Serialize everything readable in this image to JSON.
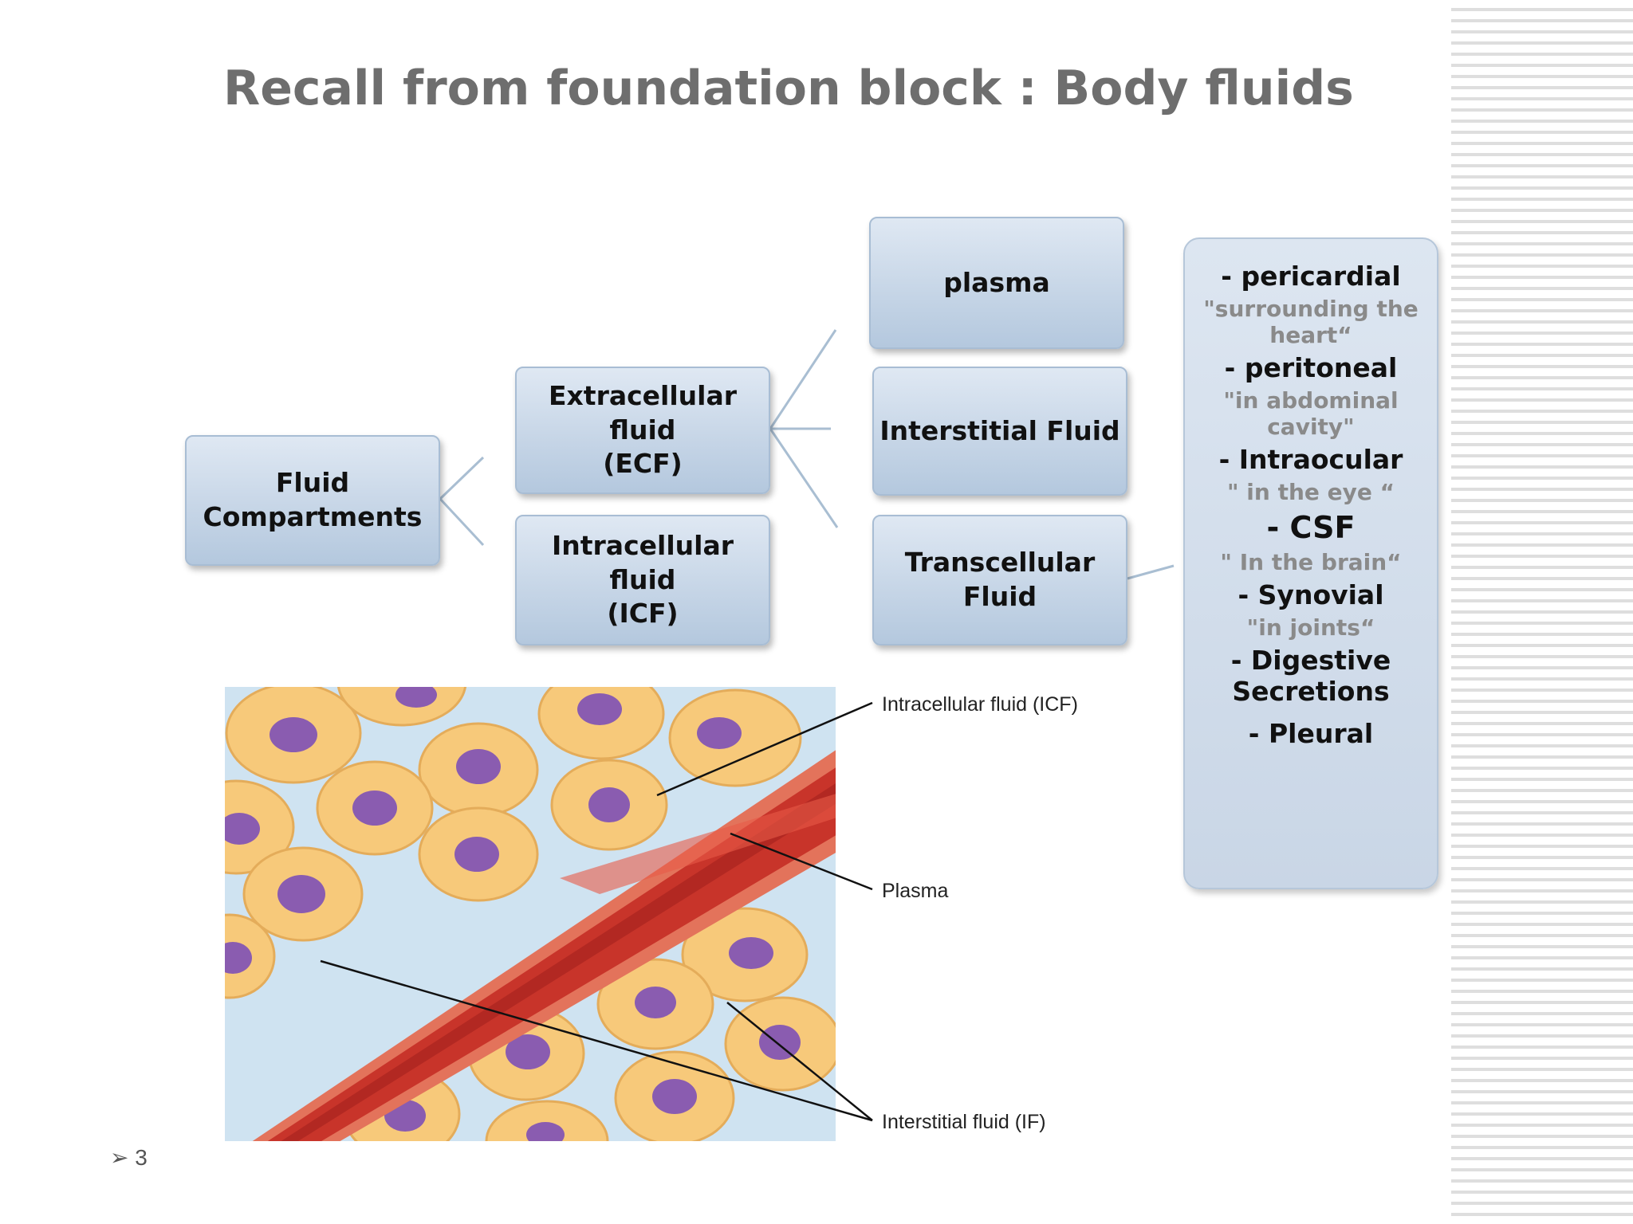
{
  "slide": {
    "title": "Recall from foundation block : Body fluids",
    "page_number": "3",
    "bullet_glyph": "➢"
  },
  "diagram": {
    "root": "Fluid\nCompartments",
    "ecf": "Extracellular fluid\n(ECF)",
    "icf": "Intracellular fluid\n(ICF)",
    "plasma": "plasma",
    "interstitial": "Interstitial Fluid",
    "transcellular": "Transcellular Fluid"
  },
  "transcellular_list": [
    {
      "name": "- pericardial",
      "desc": "\"surrounding the heart“"
    },
    {
      "name": "- peritoneal",
      "desc": "\"in abdominal cavity\""
    },
    {
      "name": "- Intraocular",
      "desc": "\" in the eye “"
    },
    {
      "name": "- CSF",
      "desc": "\" In the brain“"
    },
    {
      "name": "- Synovial",
      "desc": "\"in joints“"
    },
    {
      "name": "- Digestive Secretions",
      "desc": ""
    },
    {
      "name": "- Pleural",
      "desc": ""
    }
  ],
  "illustration": {
    "label_icf": "Intracellular fluid (ICF)",
    "label_plasma": "Plasma",
    "label_if": "Interstitial fluid (IF)"
  },
  "colors": {
    "cell_fill": "#f7c97a",
    "nucleus": "#8a5cb0",
    "vessel": "#c8342a",
    "interstitial_bg": "#cfe3f1",
    "title": "#6e6e6e"
  }
}
